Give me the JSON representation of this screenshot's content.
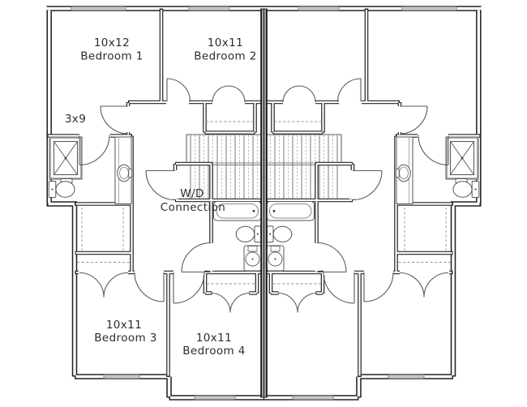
{
  "plan": {
    "kind": "duplex-mirrored-floor-plan",
    "labels": {
      "bedroom1": {
        "size": "10x12",
        "name": "Bedroom 1"
      },
      "bedroom2": {
        "size": "10x11",
        "name": "Bedroom 2"
      },
      "alcove": {
        "size": "3x9"
      },
      "wd": {
        "line1": "W/D",
        "line2": "Connection"
      },
      "bedroom3": {
        "size": "10x11",
        "name": "Bedroom 3"
      },
      "bedroom4": {
        "size": "10x11",
        "name": "Bedroom 4"
      }
    },
    "colors": {
      "background": "#ffffff",
      "wall": "#222222",
      "line": "#555555",
      "window_fill": "#c6c6c6",
      "text": "#2c2c2c"
    }
  }
}
